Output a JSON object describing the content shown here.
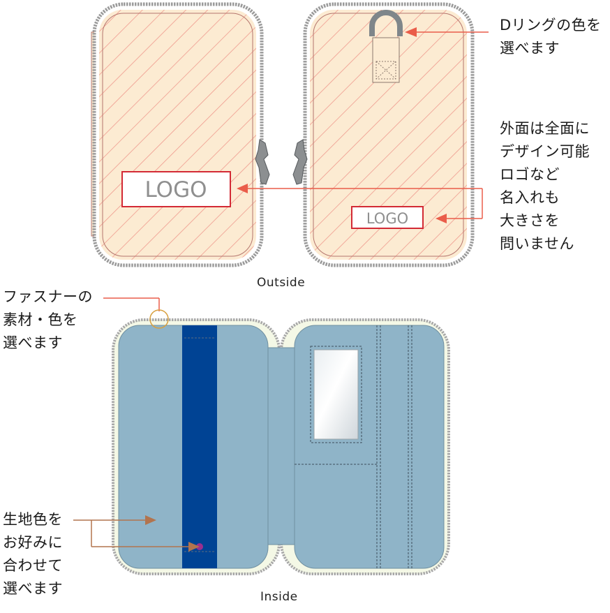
{
  "colors": {
    "outer_fabric": "#fcebd2",
    "stripe": "#ef9a8e",
    "seam": "#b5766e",
    "zipper": "#9a9a9a",
    "inner_fabric": "#8fb4c8",
    "inner_band": "#004394",
    "inner_edge": "#f4f8e6",
    "logo_border": "#d32a35",
    "logo_text": "#8f8f8f",
    "arrow": "#ea5d4a",
    "arrow_inside": "#b2744e"
  },
  "outside": {
    "caption": "Outside",
    "logo_large": "LOGO",
    "logo_small": "LOGO"
  },
  "inside": {
    "caption": "Inside"
  },
  "annotations": {
    "d_ring": [
      "Dリングの色を",
      "選べます"
    ],
    "exterior": [
      "外面は全面に",
      "デザイン可能",
      "ロゴなど",
      "名入れも",
      "大きさを",
      "問いません"
    ],
    "zipper": [
      "ファスナーの",
      "素材・色を",
      "選べます"
    ],
    "fabric": [
      "生地色を",
      "お好みに",
      "合わせて",
      "選べます"
    ]
  }
}
